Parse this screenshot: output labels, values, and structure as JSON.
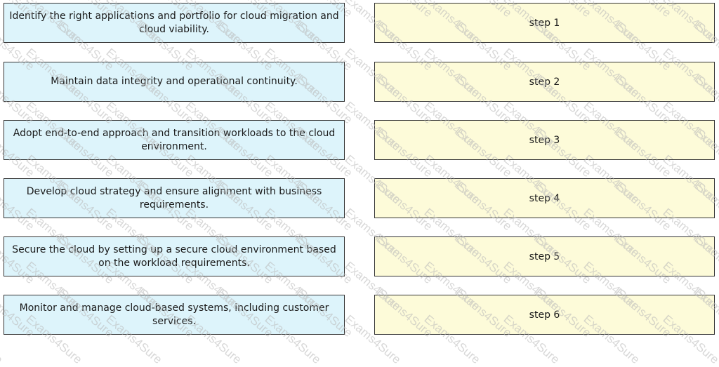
{
  "source_items": [
    "Identify the right applications and portfolio for cloud migration and cloud viability.",
    "Maintain data integrity and operational continuity.",
    "Adopt end-to-end approach and transition workloads to the cloud environment.",
    "Develop cloud strategy and ensure alignment with business requirements.",
    "Secure the cloud by setting up a secure cloud environment based on the workload requirements.",
    "Monitor and manage cloud-based systems, including customer services."
  ],
  "target_slots": [
    "step 1",
    "step 2",
    "step 3",
    "step 4",
    "step 5",
    "step 6"
  ],
  "watermark": "Exams4Sure",
  "colors": {
    "source_fill": "#ddf4fb",
    "target_fill": "#fdfbd9",
    "border": "#333333"
  }
}
